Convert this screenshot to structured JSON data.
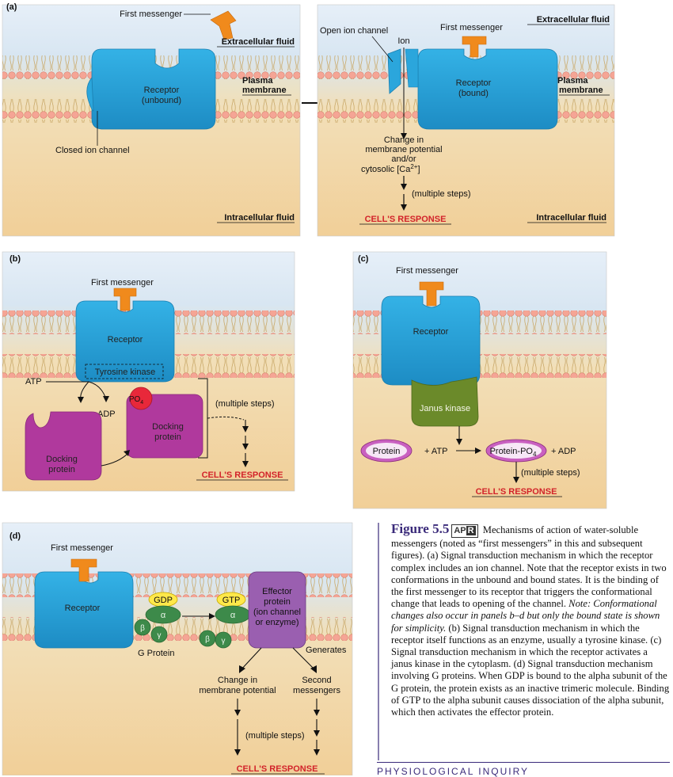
{
  "panel_a": {
    "label": "(a)",
    "left": {
      "first_messenger": "First messenger",
      "extracellular": "Extracellular fluid",
      "plasma_membrane_1": "Plasma",
      "plasma_membrane_2": "membrane",
      "receptor_1": "Receptor",
      "receptor_2": "(unbound)",
      "closed_channel": "Closed ion channel",
      "intracellular": "Intracellular fluid"
    },
    "right": {
      "open_channel": "Open ion channel",
      "ion": "Ion",
      "first_messenger": "First messenger",
      "extracellular": "Extracellular fluid",
      "plasma_membrane_1": "Plasma",
      "plasma_membrane_2": "membrane",
      "receptor_1": "Receptor",
      "receptor_2": "(bound)",
      "change_1": "Change in",
      "change_2": "membrane potential",
      "change_3": "and/or",
      "change_4": "cytosolic [Ca",
      "change_sup": "2+",
      "change_end": "]",
      "multiple_steps": "(multiple steps)",
      "response": "CELL'S RESPONSE",
      "intracellular": "Intracellular fluid"
    }
  },
  "panel_b": {
    "label": "(b)",
    "first_messenger": "First messenger",
    "receptor": "Receptor",
    "tyrosine_kinase": "Tyrosine kinase",
    "atp": "ATP",
    "adp": "ADP",
    "po4": "PO",
    "po4_sub": "4",
    "docking_protein_1": "Docking",
    "docking_protein_2": "protein",
    "multiple_steps": "(multiple steps)",
    "response": "CELL'S RESPONSE"
  },
  "panel_c": {
    "label": "(c)",
    "first_messenger": "First messenger",
    "receptor": "Receptor",
    "janus_kinase": "Janus kinase",
    "protein": "Protein",
    "plus_atp": "+ ATP",
    "protein_po4": "Protein-PO",
    "protein_po4_sub": "4",
    "plus_adp": "+ ADP",
    "multiple_steps": "(multiple steps)",
    "response": "CELL'S RESPONSE"
  },
  "panel_d": {
    "label": "(d)",
    "first_messenger": "First messenger",
    "receptor": "Receptor",
    "gdp": "GDP",
    "gtp": "GTP",
    "alpha": "α",
    "beta": "β",
    "gamma": "γ",
    "g_protein": "G Protein",
    "effector_1": "Effector",
    "effector_2": "protein",
    "effector_3": "(ion channel",
    "effector_4": "or enzyme)",
    "generates": "Generates",
    "change_1": "Change in",
    "change_2": "membrane potential",
    "second_1": "Second",
    "second_2": "messengers",
    "multiple_steps": "(multiple steps)",
    "response": "CELL'S RESPONSE"
  },
  "caption": {
    "title": "Figure 5.5",
    "apr_a": "AP",
    "apr_b": "R",
    "text_1": "Mechanisms of action of water-soluble messengers (noted as “first messengers” in this and subsequent figures). (a) Signal transduction mechanism in which the receptor complex includes an ion channel. Note that the receptor exists in two conformations in the unbound and bound states. It is the binding of the first messenger to its receptor that triggers the conformational change that leads to opening of the channel.",
    "note": "Note: Conformational changes also occur in panels b–d but only the bound state is shown for simplicity.",
    "text_2": "(b) Signal transduction mechanism in which the receptor itself functions as an enzyme, usually a tyrosine kinase. (c) Signal transduction mechanism in which the receptor activates a janus kinase in the cytoplasm. (d) Signal transduction mechanism involving G proteins. When GDP is bound to the alpha subunit of the G protein, the protein exists as an inactive trimeric molecule. Binding of GTP to the alpha subunit causes dissociation of the alpha subunit, which then activates the effector protein."
  },
  "footer": {
    "inquiry": "PHYSIOLOGICAL INQUIRY"
  },
  "colors": {
    "extracellular": "#dce9f5",
    "intracellular": "#f3d6a6",
    "membrane": "#f2e2b4",
    "lipid_head": "#f4a79a",
    "receptor": "#2ba6dc",
    "messenger": "#f08a1c",
    "docking": "#b0399d",
    "janus": "#6b8a2a",
    "effector": "#9a5fb0",
    "g_protein": "#3d8a4a",
    "response": "#d2232a",
    "label_dark": "#222222"
  }
}
